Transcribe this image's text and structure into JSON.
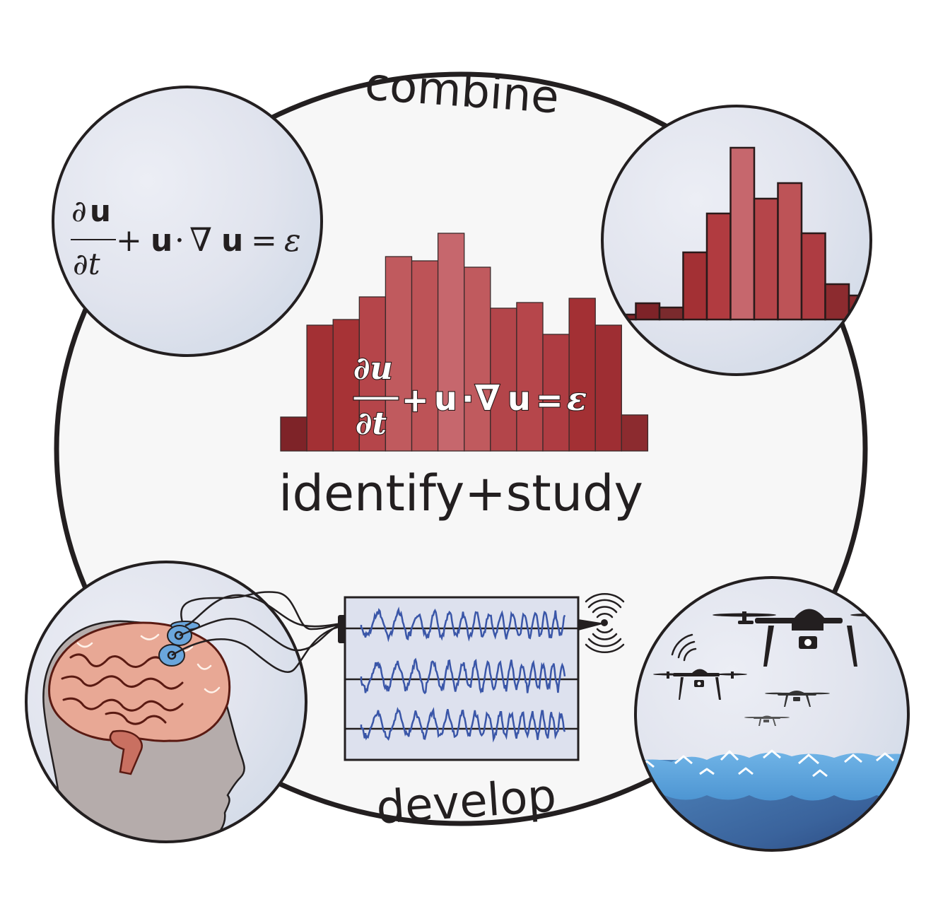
{
  "labels": {
    "top": "combine",
    "center": "identify+study",
    "bottom": "develop"
  },
  "equation": {
    "numerator": "∂u",
    "denominator": "∂t",
    "rest_plus": "+",
    "rest_u1": "u",
    "rest_dot": "·",
    "rest_nabla": "∇",
    "rest_u2": "u",
    "rest_eq": "=",
    "rest_eps": "ε"
  },
  "colors": {
    "background": "#ffffff",
    "main_fill": "#f7f7f7",
    "outline": "#231f20",
    "bubble_fill": "#dde1ec",
    "signal_line": "#3a56a8",
    "signal_panel": "#dde1ee",
    "electrode": "#6aa6dc",
    "head": "#b5acab",
    "ocean_light": "#5ca3dc",
    "ocean_dark": "#2d4d86",
    "drone": "#231f20"
  },
  "chart_data": [
    {
      "name": "center-histogram",
      "type": "bar",
      "title": "",
      "xlabel": "",
      "ylabel": "",
      "categories": [
        "1",
        "2",
        "3",
        "4",
        "5",
        "6",
        "7",
        "8",
        "9",
        "10",
        "11",
        "12",
        "13",
        "14"
      ],
      "values": [
        48,
        178,
        186,
        218,
        275,
        269,
        308,
        260,
        202,
        210,
        165,
        216,
        178,
        51
      ],
      "bar_colors": [
        "#7e2328",
        "#a33034",
        "#a73336",
        "#b5454a",
        "#c05a5e",
        "#bd5357",
        "#c6676d",
        "#c05a5e",
        "#b3454a",
        "#b6464b",
        "#ae3c42",
        "#a33034",
        "#9e2e33",
        "#8c2b2f"
      ],
      "ylim": [
        0,
        320
      ],
      "grid": false
    },
    {
      "name": "top-right-histogram",
      "type": "bar",
      "title": "",
      "xlabel": "",
      "ylabel": "",
      "categories": [
        "1",
        "2",
        "3",
        "4",
        "5",
        "6",
        "7",
        "8",
        "9",
        "10",
        "11"
      ],
      "values": [
        7,
        23,
        17,
        95,
        150,
        243,
        171,
        193,
        122,
        50,
        34
      ],
      "bar_colors": [
        "#7e2328",
        "#7e2328",
        "#7a2a2d",
        "#a33034",
        "#b13b40",
        "#c6676d",
        "#b5454a",
        "#bd5357",
        "#ae3c42",
        "#8c2b2f",
        "#8c2b2f"
      ],
      "ylim": [
        0,
        260
      ],
      "grid": false
    }
  ]
}
